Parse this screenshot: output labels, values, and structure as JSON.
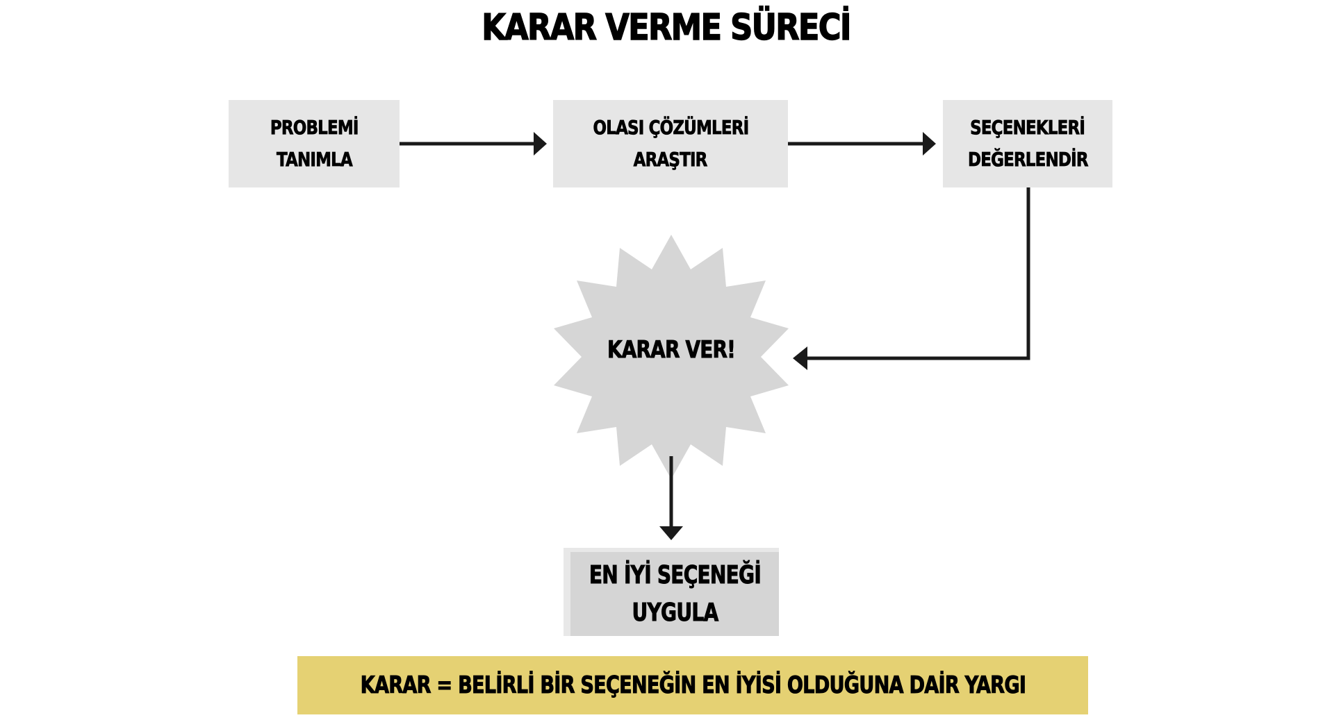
{
  "title": "KARAR VERME SÜRECİ",
  "steps": [
    {
      "id": "step-1",
      "lines": [
        "PROBLEMİ",
        "TANIMLA"
      ]
    },
    {
      "id": "step-2",
      "lines": [
        "OLASI ÇÖZÜMLERİ",
        "ARAŞTIR"
      ]
    },
    {
      "id": "step-3",
      "lines": [
        "SEÇENEKLERİ",
        "DEĞERLENDİR"
      ]
    },
    {
      "id": "step-4",
      "shape": "starburst",
      "label": "KARAR VER!"
    },
    {
      "id": "step-5",
      "lines": [
        "EN İYİ SEÇENEĞİ",
        "UYGULA"
      ]
    }
  ],
  "connections": [
    {
      "from": "step-1",
      "to": "step-2",
      "direction": "right"
    },
    {
      "from": "step-2",
      "to": "step-3",
      "direction": "right"
    },
    {
      "from": "step-3",
      "to": "step-4",
      "direction": "down-then-left"
    },
    {
      "from": "step-4",
      "to": "step-5",
      "direction": "down"
    }
  ],
  "definition": "KARAR = BELİRLİ BİR SEÇENEĞİN EN İYİSİ OLDUĞUNA DAİR YARGI",
  "colors": {
    "box_fill": "#e6e6e6",
    "star_fill": "#d6d6d6",
    "final_box_fill": "#d5d5d5",
    "definition_band": "#e5d173",
    "arrow": "#1a1a1a",
    "text": "#000000"
  }
}
